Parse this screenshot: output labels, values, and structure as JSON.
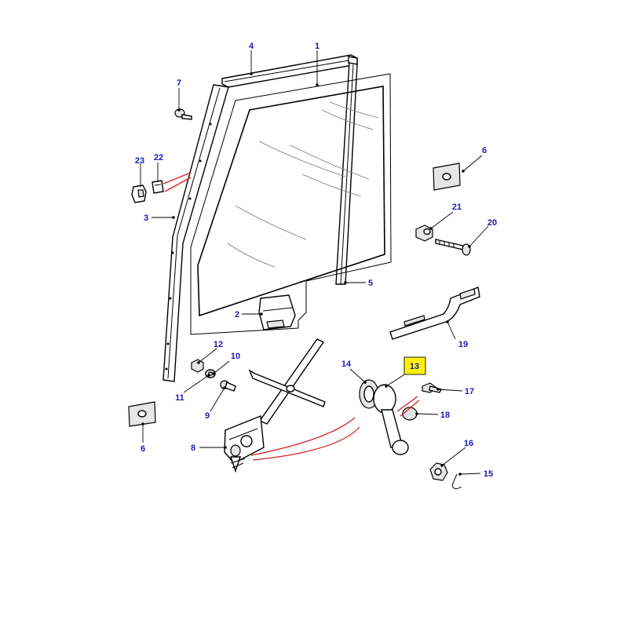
{
  "diagram": {
    "highlight_color": "#fff200",
    "label_color": "#1a1ab8",
    "accent_line_color": "#d42020",
    "callouts": [
      {
        "id": "1",
        "text": "1"
      },
      {
        "id": "2",
        "text": "2"
      },
      {
        "id": "3",
        "text": "3"
      },
      {
        "id": "4",
        "text": "4"
      },
      {
        "id": "5",
        "text": "5"
      },
      {
        "id": "6a",
        "text": "6"
      },
      {
        "id": "6b",
        "text": "6"
      },
      {
        "id": "7",
        "text": "7"
      },
      {
        "id": "8",
        "text": "8"
      },
      {
        "id": "9",
        "text": "9"
      },
      {
        "id": "10",
        "text": "10"
      },
      {
        "id": "11",
        "text": "11"
      },
      {
        "id": "12",
        "text": "12"
      },
      {
        "id": "13",
        "text": "13",
        "highlighted": true
      },
      {
        "id": "14",
        "text": "14"
      },
      {
        "id": "15",
        "text": "15"
      },
      {
        "id": "16",
        "text": "16"
      },
      {
        "id": "17",
        "text": "17"
      },
      {
        "id": "18",
        "text": "18"
      },
      {
        "id": "19",
        "text": "19"
      },
      {
        "id": "20",
        "text": "20"
      },
      {
        "id": "21",
        "text": "21"
      },
      {
        "id": "22",
        "text": "22"
      },
      {
        "id": "23",
        "text": "23"
      }
    ]
  }
}
